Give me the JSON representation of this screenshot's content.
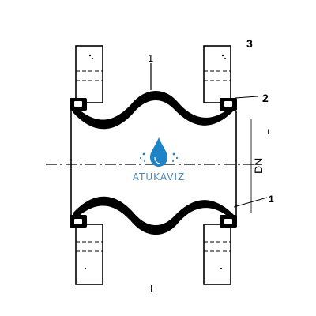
{
  "labels": {
    "part_1_top": "1",
    "part_2": "2",
    "part_3": "3",
    "part_1_bottom": "1",
    "side_mark": "ı",
    "dn": "DN",
    "length": "L"
  },
  "watermark": {
    "text": "ATUKAVIZ",
    "icon": "water-drop-icon"
  },
  "colors": {
    "line": "#000000",
    "rubber": "#000000",
    "brand_text": "#4a88b8",
    "drop": "#1f84c7",
    "flange_fill": "#ffffff"
  }
}
